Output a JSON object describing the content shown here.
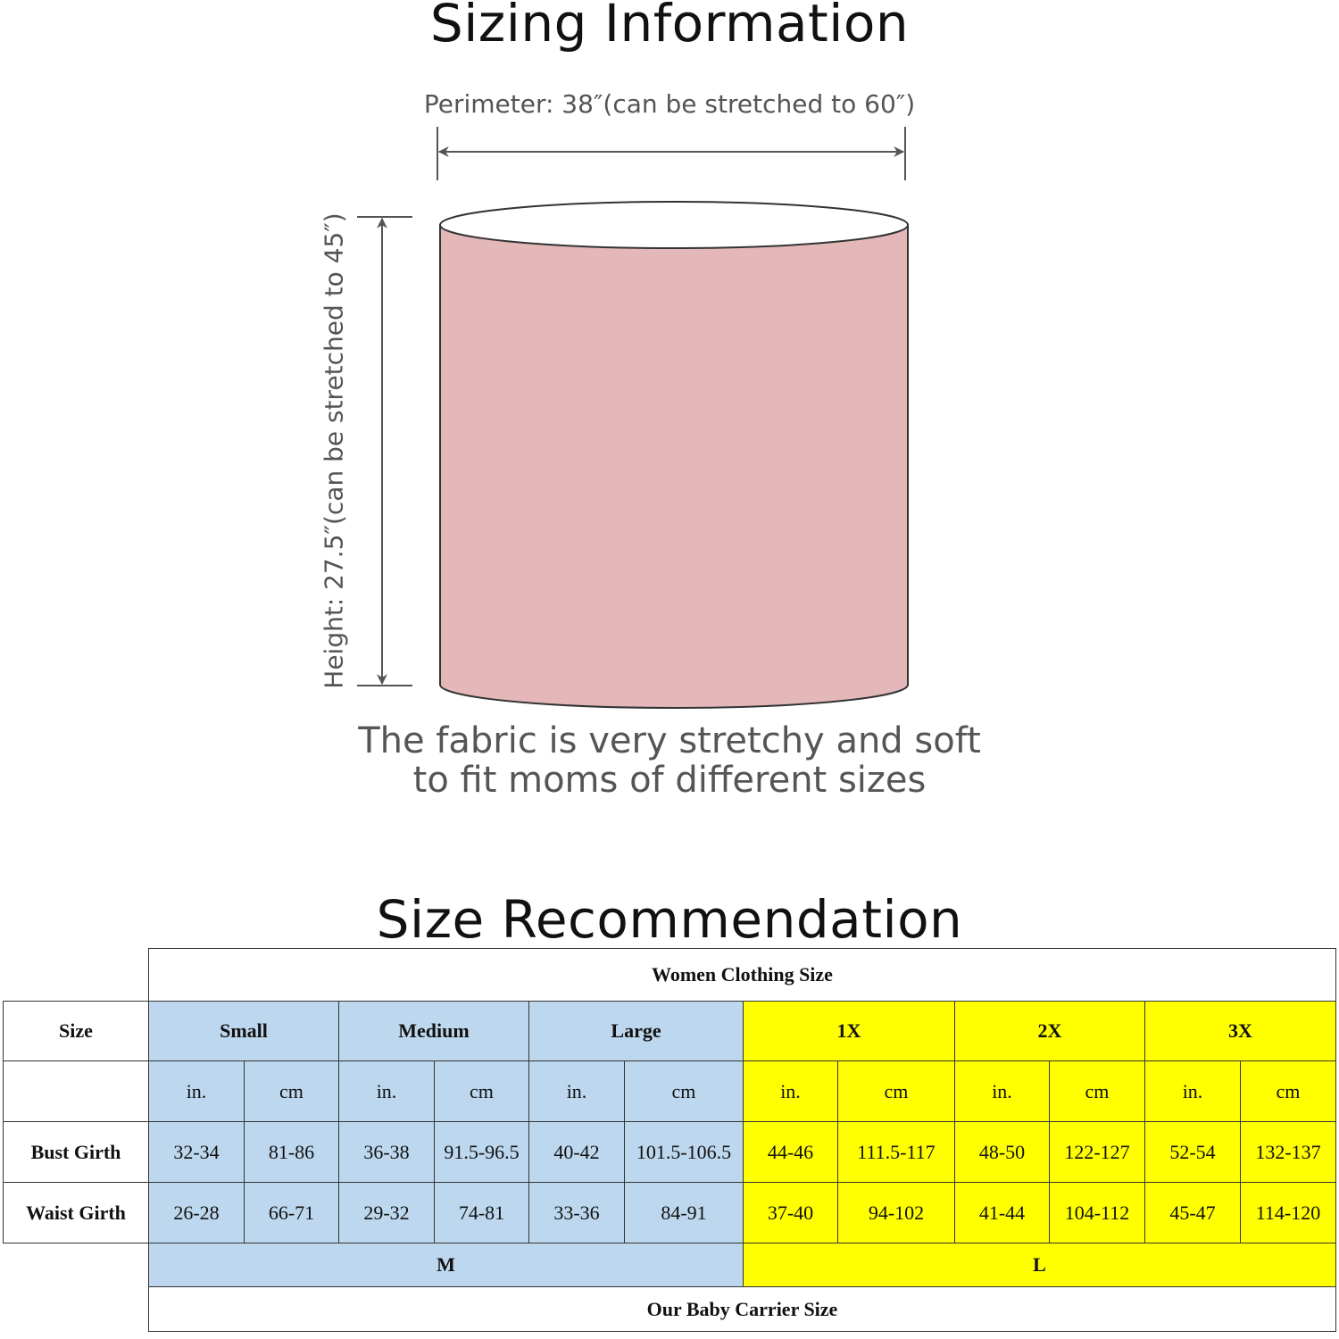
{
  "sizing": {
    "title": "Sizing Information",
    "perimeter_label": "Perimeter: 38″(can be stretched to 60″)",
    "height_label": "Height: 27.5″(can be stretched to 45″)",
    "note_line1": "The fabric is very stretchy and soft",
    "note_line2": "to fit moms of different sizes",
    "fabric_color": "#e4b8b9"
  },
  "recommendation": {
    "title": "Size Recommendation",
    "table_title": "Women Clothing Size",
    "size_header": "Size",
    "sizes": [
      "Small",
      "Medium",
      "Large",
      "1X",
      "2X",
      "3X"
    ],
    "unit_in": "in.",
    "unit_cm": "cm",
    "rows": [
      {
        "label": "Bust Girth",
        "values": [
          "32-34",
          "81-86",
          "36-38",
          "91.5-96.5",
          "40-42",
          "101.5-106.5",
          "44-46",
          "111.5-117",
          "48-50",
          "122-127",
          "52-54",
          "132-137"
        ]
      },
      {
        "label": "Waist Girth",
        "values": [
          "26-28",
          "66-71",
          "29-32",
          "74-81",
          "33-36",
          "84-91",
          "37-40",
          "94-102",
          "41-44",
          "104-112",
          "45-47",
          "114-120"
        ]
      }
    ],
    "carrier_sizes": [
      "M",
      "L"
    ],
    "footer": "Our Baby Carrier Size",
    "colors": {
      "blue": "#bdd7ee",
      "yellow": "#ffff00"
    }
  }
}
